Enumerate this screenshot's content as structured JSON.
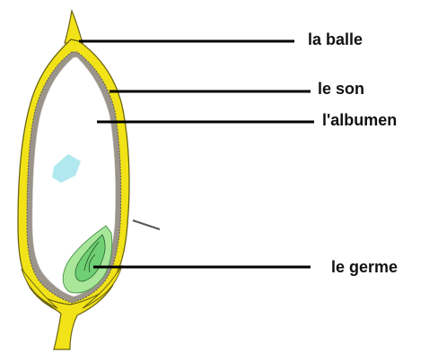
{
  "labels": {
    "balle": "la balle",
    "son": "le son",
    "albumen": "l'albumen",
    "germe": "le germe"
  },
  "colors": {
    "hull": "#f2e318",
    "hull_outline": "#6b6412",
    "bran": "#9a948a",
    "albumen": "#ffffff",
    "germ": "#a8e69a",
    "germ_inner": "#6fcf73",
    "patch": "#a9e6ee",
    "leader": "#000000"
  }
}
